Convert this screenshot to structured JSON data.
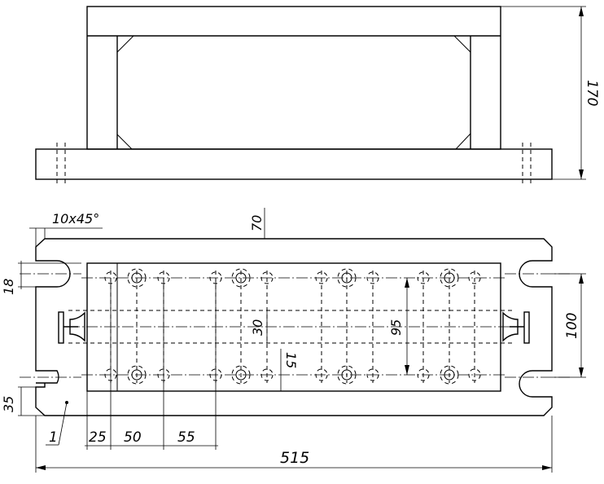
{
  "dimensions": {
    "height_top": "170",
    "chamfer": "10x45°",
    "d70": "70",
    "d18": "18",
    "d30": "30",
    "d15": "15",
    "d95": "95",
    "d100": "100",
    "d35": "35",
    "d25": "25",
    "d50": "50",
    "d55": "55",
    "overall_length": "515"
  },
  "callouts": {
    "part_number": "1"
  },
  "colors": {
    "line": "#000000",
    "background": "#ffffff"
  }
}
